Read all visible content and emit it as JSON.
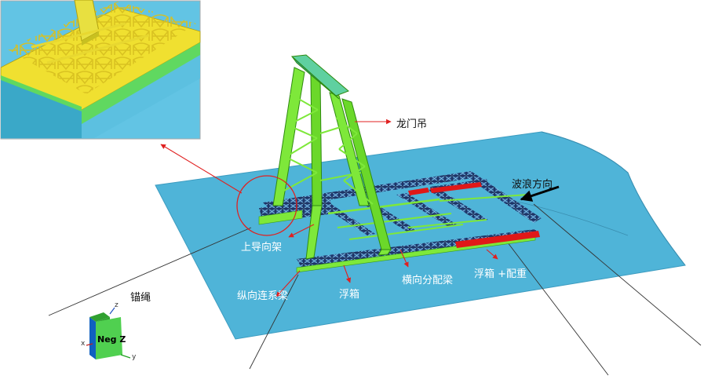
{
  "labels": {
    "gantry_crane": "龙门吊",
    "wave_direction": "波浪方向",
    "upper_guide_frame": "上导向架",
    "longitudinal_tie_beam": "纵向连系梁",
    "pontoon": "浮箱",
    "transverse_distribution_beam": "横向分配梁",
    "pontoon_counterweight": "浮箱 +配重",
    "anchor_cable": "锚绳"
  },
  "view_cube": {
    "face_label": "Neg Z",
    "axis_z": "z",
    "axis_x": "x",
    "axis_y": "y"
  },
  "colors": {
    "water": "#4fb4d8",
    "steel": "#7ee83a",
    "pontoon_red": "#e01818",
    "callout_red": "#e02020",
    "zoom_yellow": "#f0e030",
    "zoom_water": "#5cc0e0",
    "zoom_green": "#60d860"
  }
}
